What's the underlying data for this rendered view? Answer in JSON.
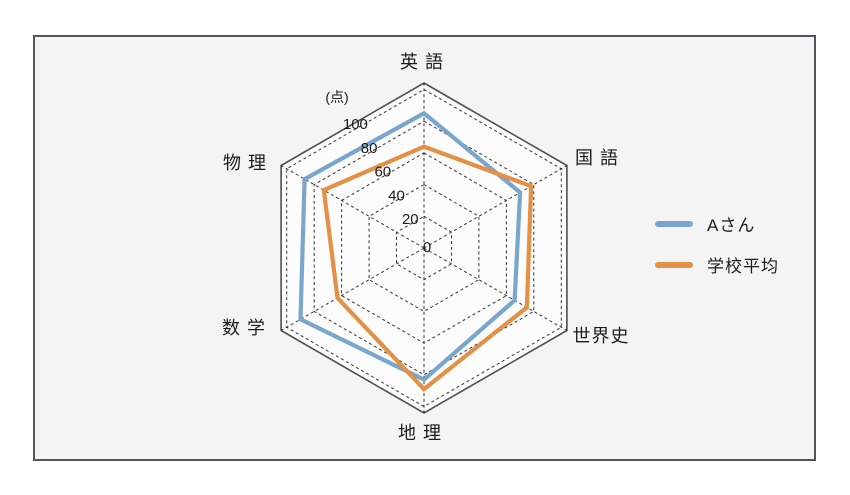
{
  "chart_data": {
    "type": "radar",
    "unit_label": "(点)",
    "categories": [
      "英 語",
      "国 語",
      "世界史",
      "地 理",
      "数 学",
      "物 理"
    ],
    "axis_range": [
      0,
      100
    ],
    "tick_step": 20,
    "ticks": [
      100,
      80,
      60,
      40,
      20,
      0
    ],
    "tick_labels": [
      "100",
      "80",
      "60",
      "40",
      "20",
      "0"
    ],
    "grid": "dashed",
    "legend_position": "right",
    "series": [
      {
        "name": "Aさん",
        "color": "#7aa6cd",
        "values": [
          85,
          70,
          66,
          83,
          90,
          87
        ]
      },
      {
        "name": "学校平均",
        "color": "#e29146",
        "values": [
          64,
          78,
          75,
          89,
          63,
          73
        ]
      }
    ]
  },
  "colors": {
    "panel_background": "#f4f4f5",
    "hexagon_fill": "#fcfcfc",
    "frame_stroke": "#4e4f51",
    "grid_stroke": "#333333",
    "panel_border": "#54555a",
    "text": "#1c1c1c"
  }
}
